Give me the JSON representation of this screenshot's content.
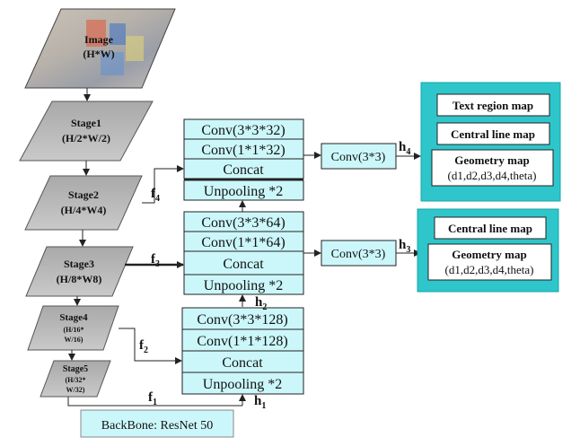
{
  "input": {
    "line1": "Image",
    "line2": "(H*W)"
  },
  "stages": [
    {
      "name": "Stage1",
      "size": "(H/2*W/2)"
    },
    {
      "name": "Stage2",
      "size": "(H/4*W4)"
    },
    {
      "name": "Stage3",
      "size": "(H/8*W8)"
    },
    {
      "name": "Stage4",
      "size_l1": "(H/16*",
      "size_l2": "W/16)"
    },
    {
      "name": "Stage5",
      "size_l1": "(H/32*",
      "size_l2": "W/32)"
    }
  ],
  "backbone": "BackBone: ResNet 50",
  "merge_blocks": {
    "top": {
      "conv_a": "Conv(3*3*32)",
      "conv_b": "Conv(1*1*32)",
      "concat": "Concat",
      "unpool": "Unpooling *2"
    },
    "middle": {
      "conv_a": "Conv(3*3*64)",
      "conv_b": "Conv(1*1*64)",
      "concat": "Concat",
      "unpool": "Unpooling *2"
    },
    "bottom": {
      "conv_a": "Conv(3*3*128)",
      "conv_b": "Conv(1*1*128)",
      "concat": "Concat",
      "unpool": "Unpooling *2"
    }
  },
  "heads": {
    "top": {
      "conv": "Conv(3*3)",
      "h": "h",
      "h_sub": "4"
    },
    "bottom": {
      "conv": "Conv(3*3)",
      "h": "h",
      "h_sub": "3"
    }
  },
  "features": {
    "f4": {
      "base": "f",
      "sub": "4"
    },
    "f3": {
      "base": "f",
      "sub": "3"
    },
    "f2": {
      "base": "f",
      "sub": "2"
    },
    "f1": {
      "base": "f",
      "sub": "1"
    },
    "h2": {
      "base": "h",
      "sub": "2"
    },
    "h1": {
      "base": "h",
      "sub": "1"
    }
  },
  "outputs": {
    "top": {
      "text_region": "Text region map",
      "central_line": "Central line map",
      "geometry_l1": "Geometry map",
      "geometry_l2": "(d1,d2,d3,d4,theta)"
    },
    "bottom": {
      "central_line": "Central line map",
      "geometry_l1": "Geometry map",
      "geometry_l2": "(d1,d2,d3,d4,theta)"
    }
  },
  "colors": {
    "conv_fill": "#ccf7fa",
    "panel_teal": "#2ec6ca",
    "stage_gray": "#b9b9b9"
  }
}
